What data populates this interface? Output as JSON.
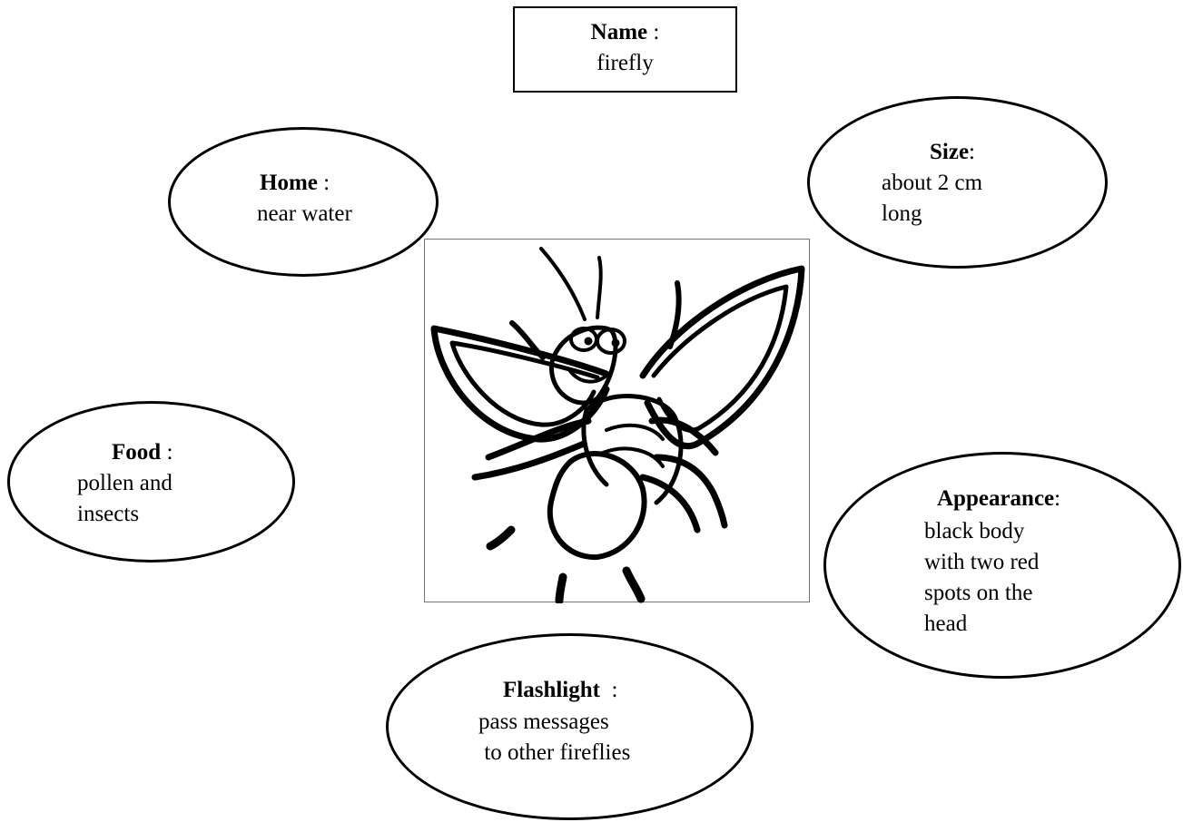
{
  "name_box": {
    "title": "Name",
    "sep": " :",
    "text": "firefly"
  },
  "home": {
    "title": "Home",
    "sep": " :",
    "lines": [
      "near water"
    ]
  },
  "size": {
    "title": "Size",
    "sep": ":",
    "lines": [
      "about 2 cm",
      "long"
    ]
  },
  "food": {
    "title": "Food",
    "sep": " :",
    "lines": [
      "pollen and",
      "insects"
    ]
  },
  "appearance": {
    "title": "Appearance",
    "sep": ":",
    "lines": [
      "black body",
      "with two red",
      "spots on the",
      "head"
    ]
  },
  "flashlight": {
    "title": "Flashlight",
    "sep": "  :",
    "lines": [
      "pass messages",
      " to other fireflies"
    ]
  },
  "colors": {
    "frame_border": "#4a7ebb",
    "ink": "#000000"
  },
  "icons": {
    "center_picture": "firefly-illustration"
  }
}
